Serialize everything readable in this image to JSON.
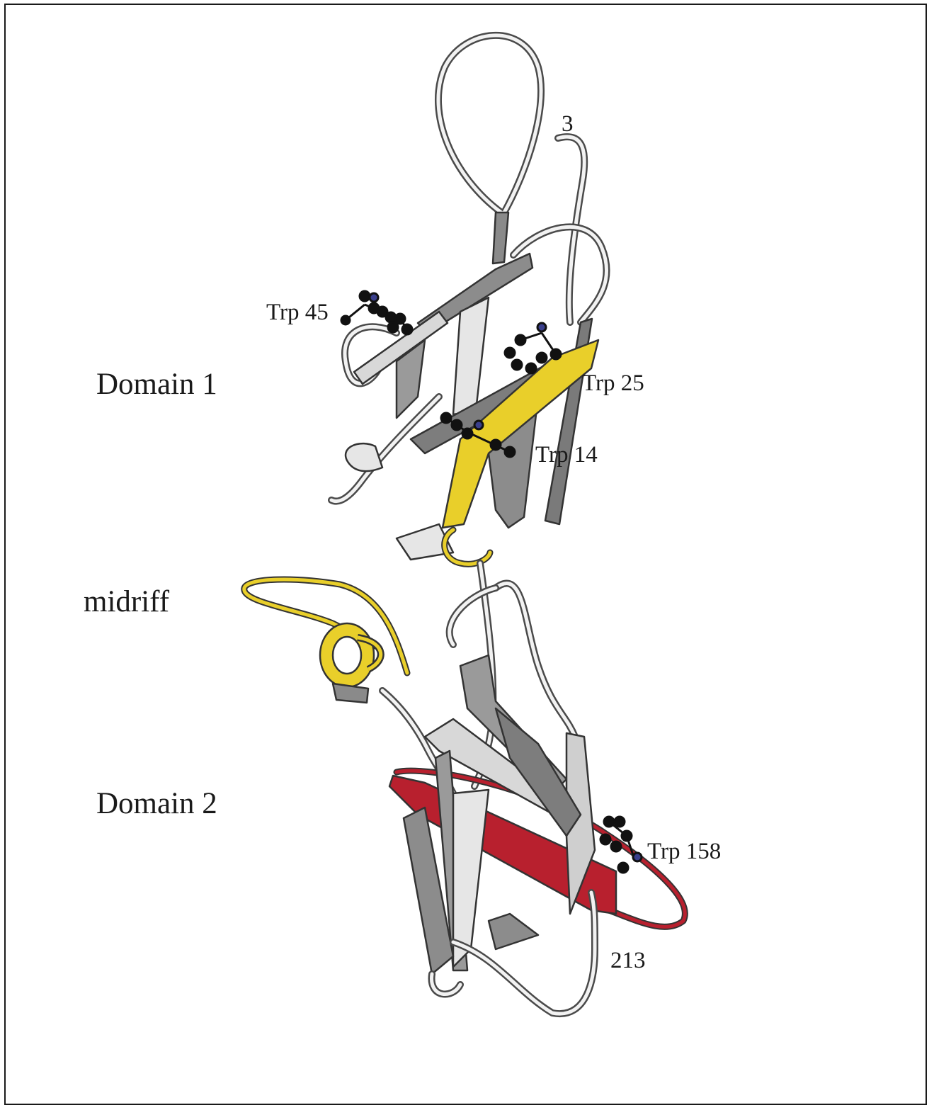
{
  "labels": {
    "domain1": "Domain 1",
    "midriff": "midriff",
    "domain2": "Domain 2",
    "residue_start": "3",
    "residue_end": "213",
    "trp45": "Trp 45",
    "trp25": "Trp 25",
    "trp14": "Trp 14",
    "trp158": "Trp 158"
  },
  "colors": {
    "coil": "#6e6e6e",
    "strand_light": "#e6e6e6",
    "strand_dark": "#7d7d7d",
    "domain1_highlight": "#e9cf2a",
    "domain2_highlight": "#b8202e",
    "tryptophan_atoms": "#111111",
    "nitrogen": "#3a3f8c"
  }
}
